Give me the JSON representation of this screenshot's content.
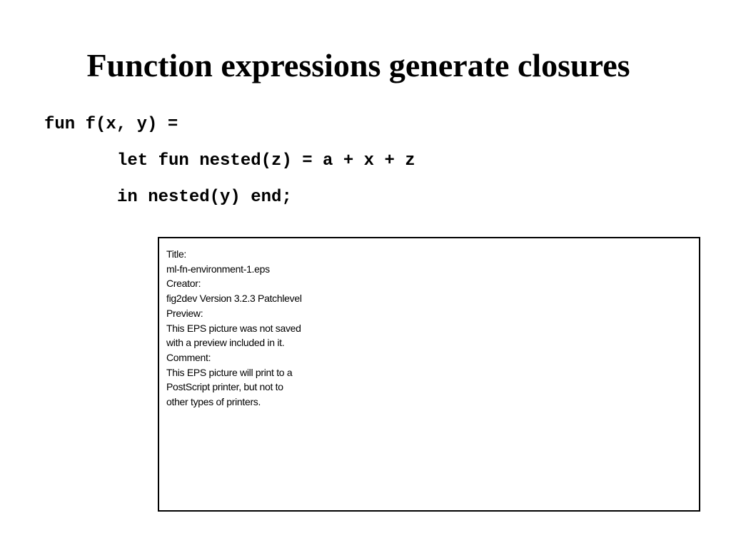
{
  "slide": {
    "title": "Function expressions generate closures",
    "code": [
      "fun f(x, y) =",
      "let fun nested(z) = a + x + z",
      "in nested(y) end;"
    ]
  },
  "eps_placeholder": {
    "lines": [
      "Title:",
      "ml-fn-environment-1.eps",
      "Creator:",
      "fig2dev Version 3.2.3 Patchlevel",
      "Preview:",
      "This EPS picture was not saved",
      "with a preview included in it.",
      "Comment:",
      "This EPS picture will print to a",
      "PostScript printer, but not to",
      "other types of printers."
    ]
  }
}
